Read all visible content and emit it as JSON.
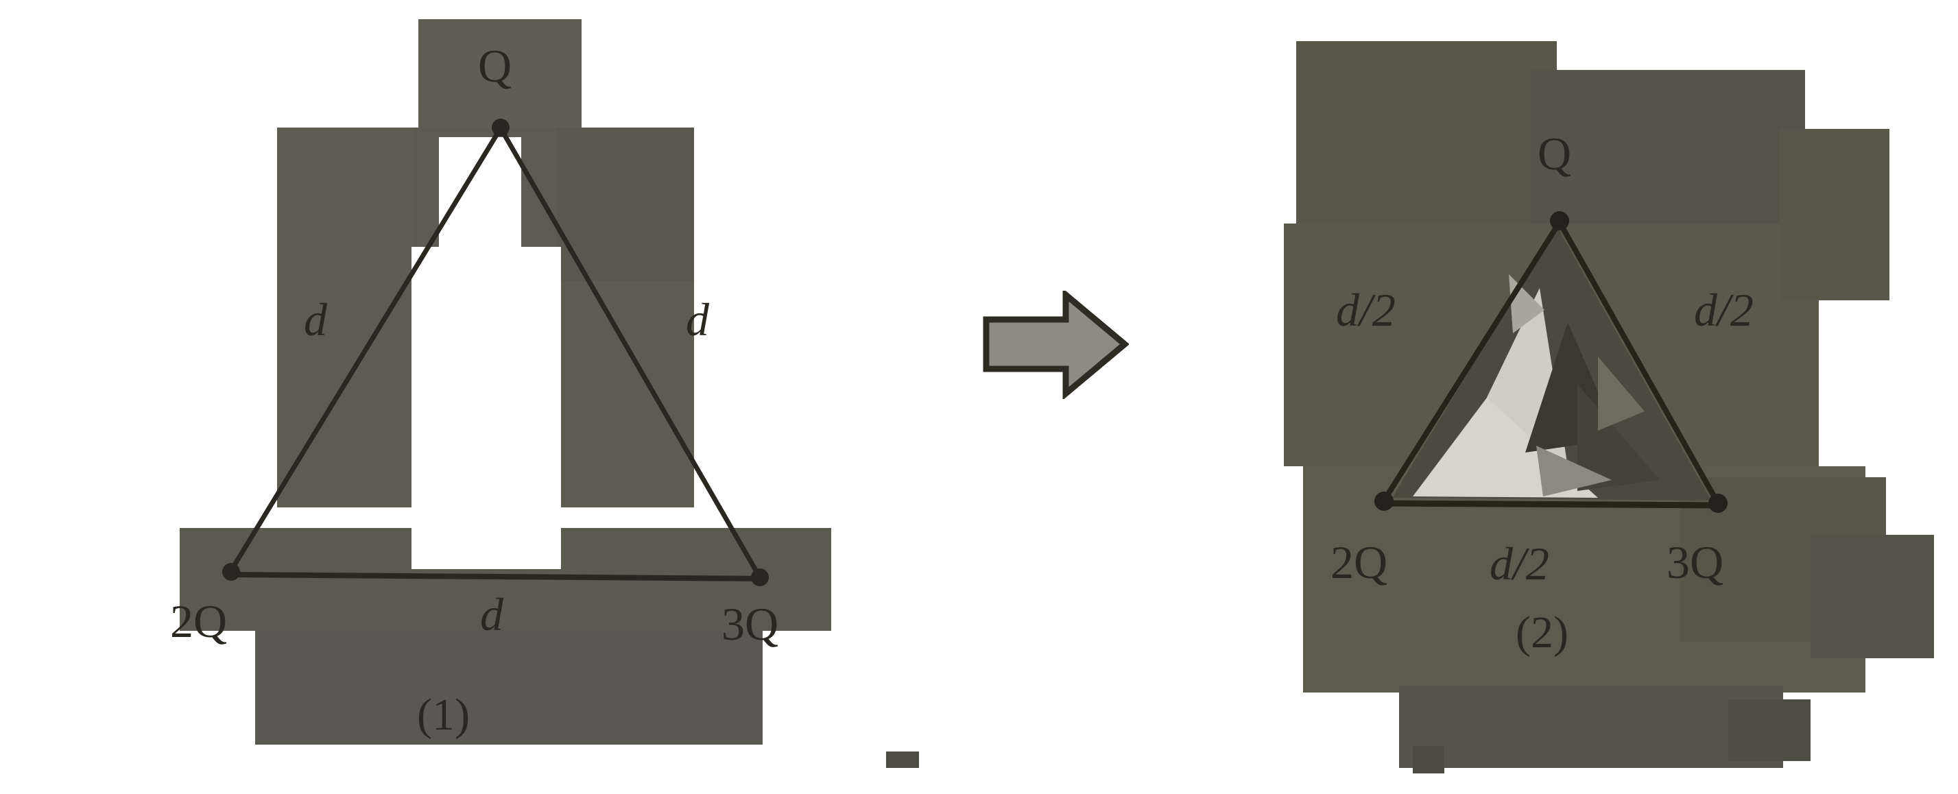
{
  "figure": {
    "title": "Two charge-configuration triangles",
    "ink_color": "#2a2720",
    "background_color": "#ffffff",
    "arrow_fill": "#8d8c80",
    "arrow_stroke": "#2e2b23"
  },
  "left_diagram": {
    "caption": "(1)",
    "apex_label": "Q",
    "left_side_label": "d",
    "right_side_label": "d",
    "base_label": "d",
    "bottom_left_label": "2Q",
    "bottom_right_label": "3Q"
  },
  "transform_arrow": {
    "icon": "right-arrow-icon",
    "direction": "right"
  },
  "right_diagram": {
    "caption": "(2)",
    "apex_label": "Q",
    "left_side_label": "d/2",
    "right_side_label": "d/2",
    "base_label": "d/2",
    "bottom_left_label": "2Q",
    "bottom_right_label": "3Q"
  }
}
